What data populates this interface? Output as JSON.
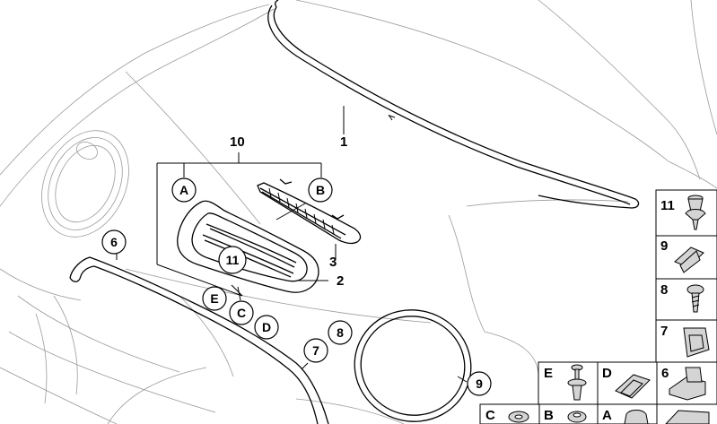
{
  "callouts": {
    "n1": "1",
    "n2": "2",
    "n3": "3",
    "n6": "6",
    "n7": "7",
    "n8": "8",
    "n9": "9",
    "n10": "10",
    "n11": "11",
    "a": "A",
    "b": "B",
    "c": "C",
    "d": "D",
    "e": "E"
  },
  "side_panel": {
    "items": [
      "11",
      "9",
      "8",
      "7",
      "6"
    ]
  },
  "bottom_panel": {
    "top_row": [
      "E",
      "D",
      "6"
    ],
    "bottom_row": [
      "C",
      "B",
      "A"
    ]
  }
}
